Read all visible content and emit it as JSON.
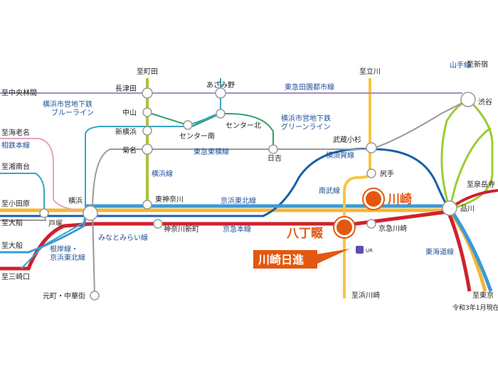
{
  "destinations": {
    "machida": "至町田",
    "tachikawa": "至立川",
    "shinjuku": "至新宿",
    "chuorinkan": "至中央林間",
    "ebina": "至海老名",
    "shonandai": "至湘南台",
    "odawara": "至小田原",
    "ofuna1": "至大船",
    "ofuna2": "至大船",
    "misakiguchi": "至三崎口",
    "izumidake": "至泉岳寺",
    "hamakawasaki": "至浜川崎",
    "tokyo": "至東京"
  },
  "stations": {
    "nagatsuta": "長津田",
    "azamino": "あざみ野",
    "nakayama": "中山",
    "center_kita": "センター北",
    "center_minami": "センター南",
    "shinyokohama": "新横浜",
    "kikuna": "菊名",
    "hiyoshi": "日吉",
    "musashikosugi": "武蔵小杉",
    "shibuya": "渋谷",
    "shiriko": "尻手",
    "kawasaki": "川崎",
    "hatchonawate": "八丁畷",
    "keikyu_kawasaki": "京急川崎",
    "shinagawa": "品川",
    "yokohama": "横浜",
    "higashikanagawa": "東神奈川",
    "kanagawashinmachi": "神奈川新町",
    "totsuka": "戸塚",
    "motomachi": "元町・中華街"
  },
  "lines": {
    "denentoshi": "東急田園都市線",
    "yamanote": "山手線",
    "blueline": "横浜市営地下鉄\nブルーライン",
    "greenline": "横浜市営地下鉄\nグリーンライン",
    "sotetsu": "相鉄本線",
    "toyoko": "東急東横線",
    "yokohama": "横浜線",
    "yokosuka": "横須賀線",
    "nambu": "南武線",
    "keihintohoku": "京浜東北線",
    "keikyu": "京急本線",
    "minatomirai": "みなとみらい線",
    "negishi": "根岸線・\n京浜東北線",
    "tokaido": "東海道線"
  },
  "callout": {
    "label": "川崎日進",
    "logo_text": "UR"
  },
  "note": "令和3年1月現在",
  "colors": {
    "tokaido": "#f5b731",
    "keikyu": "#d0202e",
    "keihintohoku": "#3a9ad9",
    "yokosuka": "#1a5fa8",
    "nambu": "#f7c641",
    "toyoko": "#999999",
    "denentoshi": "#a78bc4",
    "yokohama_line": "#a9c33b",
    "blueline": "#36a5c6",
    "greenline": "#2ea167",
    "sotetsu": "#e3a4bf",
    "yamanote": "#9acd32",
    "callout": "#e4570f"
  }
}
